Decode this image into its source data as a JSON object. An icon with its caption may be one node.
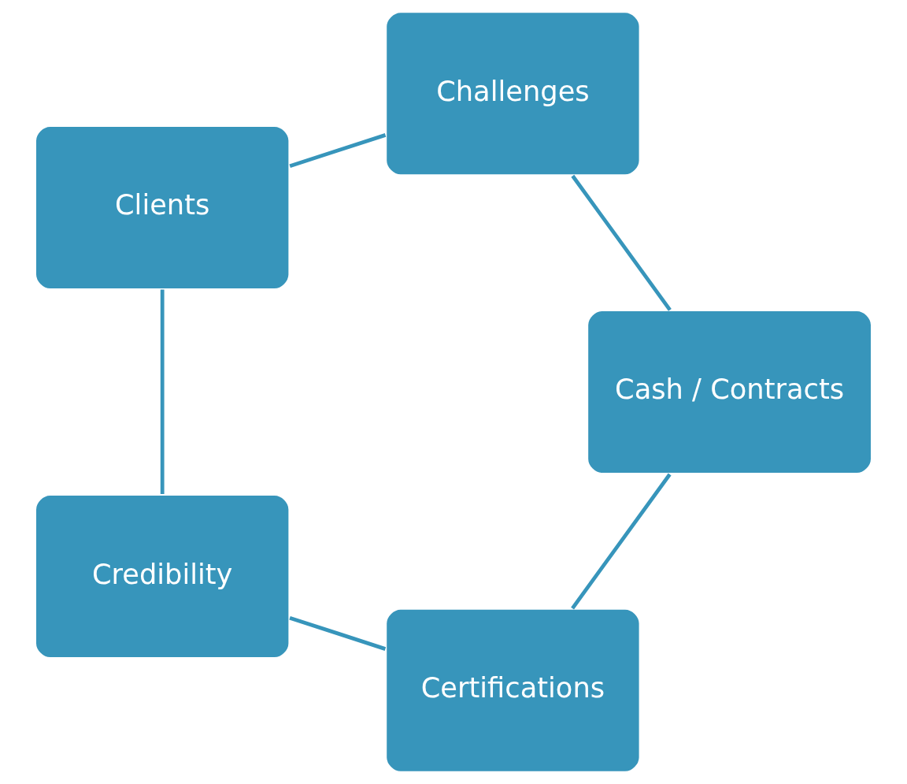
{
  "diagram": {
    "nodes": [
      {
        "text": [
          "Certifications"
        ]
      },
      {
        "text": [
          "Cash / Contracts"
        ]
      },
      {
        "text": [
          "Credibility"
        ]
      },
      {
        "text": [
          "Challenges"
        ]
      },
      {
        "text": [
          "Clients"
        ]
      }
    ],
    "edges": [
      {
        "from": 0,
        "to": 2,
        "arrow": "none"
      },
      {
        "from": 2,
        "to": 4,
        "arrow": "none"
      },
      {
        "from": 4,
        "to": 3,
        "arrow": "none"
      },
      {
        "from": 3,
        "to": 1,
        "arrow": "none"
      },
      {
        "from": 1,
        "to": 0,
        "arrow": "none"
      }
    ]
  }
}
